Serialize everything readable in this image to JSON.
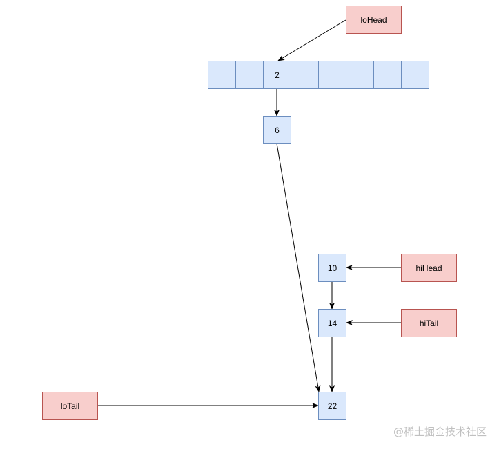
{
  "pointers": {
    "lo_head": "loHead",
    "lo_tail": "loTail",
    "hi_head": "hiHead",
    "hi_tail": "hiTail"
  },
  "array": {
    "cells": [
      "",
      "",
      "2",
      "",
      "",
      "",
      "",
      ""
    ]
  },
  "list_nodes": {
    "n6": "6",
    "n10": "10",
    "n14": "14",
    "n22": "22"
  },
  "colors": {
    "node_fill": "#dae8fc",
    "node_stroke": "#6c8ebf",
    "pointer_fill": "#f8cecc",
    "pointer_stroke": "#b85450"
  },
  "watermark": "@稀土掘金技术社区"
}
